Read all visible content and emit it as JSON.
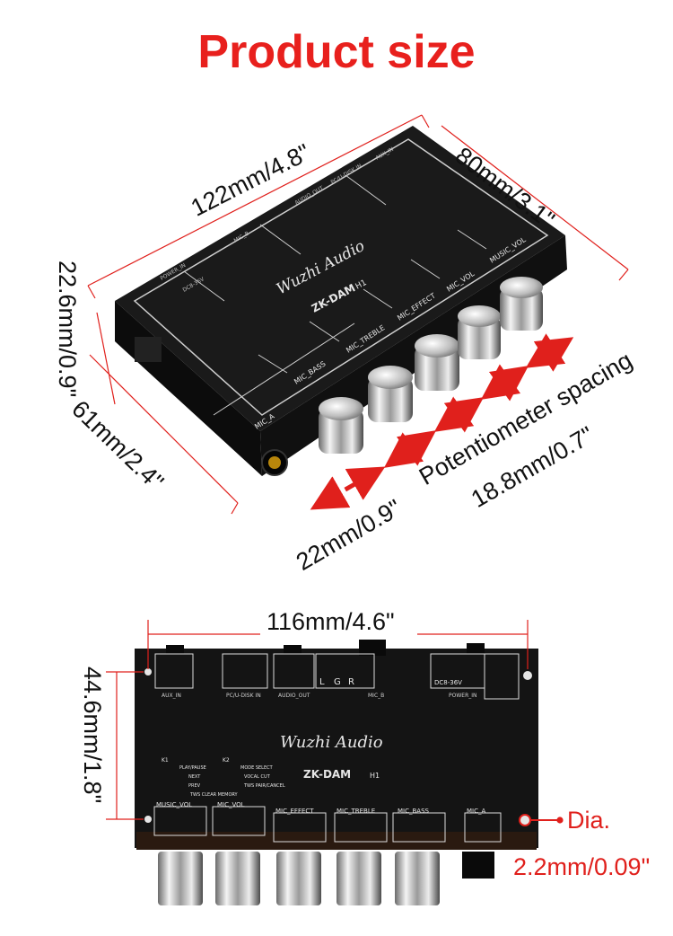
{
  "title": "Product size",
  "top_view": {
    "length": "122mm/4.8\"",
    "width": "80mm/3.1\"",
    "height": "22.6mm/0.9\"",
    "depth": "61mm/2.4\"",
    "pot_spacing_label": "Potentiometer spacing",
    "pot_spacing_value": "18.8mm/0.7\"",
    "first_spacing": "22mm/0.9\"",
    "board_brand": "Wuzhi Audio",
    "board_model": "ZK-DAM",
    "board_version": "H1",
    "knob_labels": [
      "MIC_A",
      "MIC_BASS",
      "MIC_TREBLE",
      "MIC_EFFECT",
      "MIC_VOL",
      "MUSIC_VOL"
    ],
    "top_markings": [
      "POWER_IN",
      "DC8-36V",
      "MIC_B",
      "AUDIO_OUT",
      "PC/U-DISK IN",
      "AUX_IN"
    ]
  },
  "bottom_view": {
    "width": "116mm/4.6\"",
    "height": "44.6mm/1.8\"",
    "hole_label": "Dia.",
    "hole_value": "2.2mm/0.09\"",
    "board_brand": "Wuzhi Audio",
    "board_model": "ZK-DAM",
    "board_version": "H1",
    "port_labels": [
      "AUX_IN",
      "PC/U-DISK IN",
      "AUDIO_OUT",
      "MIC_B",
      "POWER_IN"
    ],
    "port_symbols": [
      "L",
      "G",
      "R"
    ],
    "power_spec": "DC8-36V",
    "knob_labels": [
      "MUSIC_VOL",
      "MIC_VOL",
      "MIC_EFFECT",
      "MIC_TREBLE",
      "MIC_BASS",
      "MIC_A"
    ],
    "button_k1": "K1",
    "button_k2": "K2",
    "k1_functions": [
      "PLAY/PAUSE",
      "NEXT",
      "PREV"
    ],
    "k2_functions": [
      "MODE SELECT",
      "VOCAL CUT",
      "TWS PAIR/CANCEL"
    ],
    "tws_note": "TWS CLEAR MEMORY"
  },
  "colors": {
    "title_red": "#e8201d",
    "board_black": "#141414",
    "silk_white": "#e6e6e6"
  }
}
